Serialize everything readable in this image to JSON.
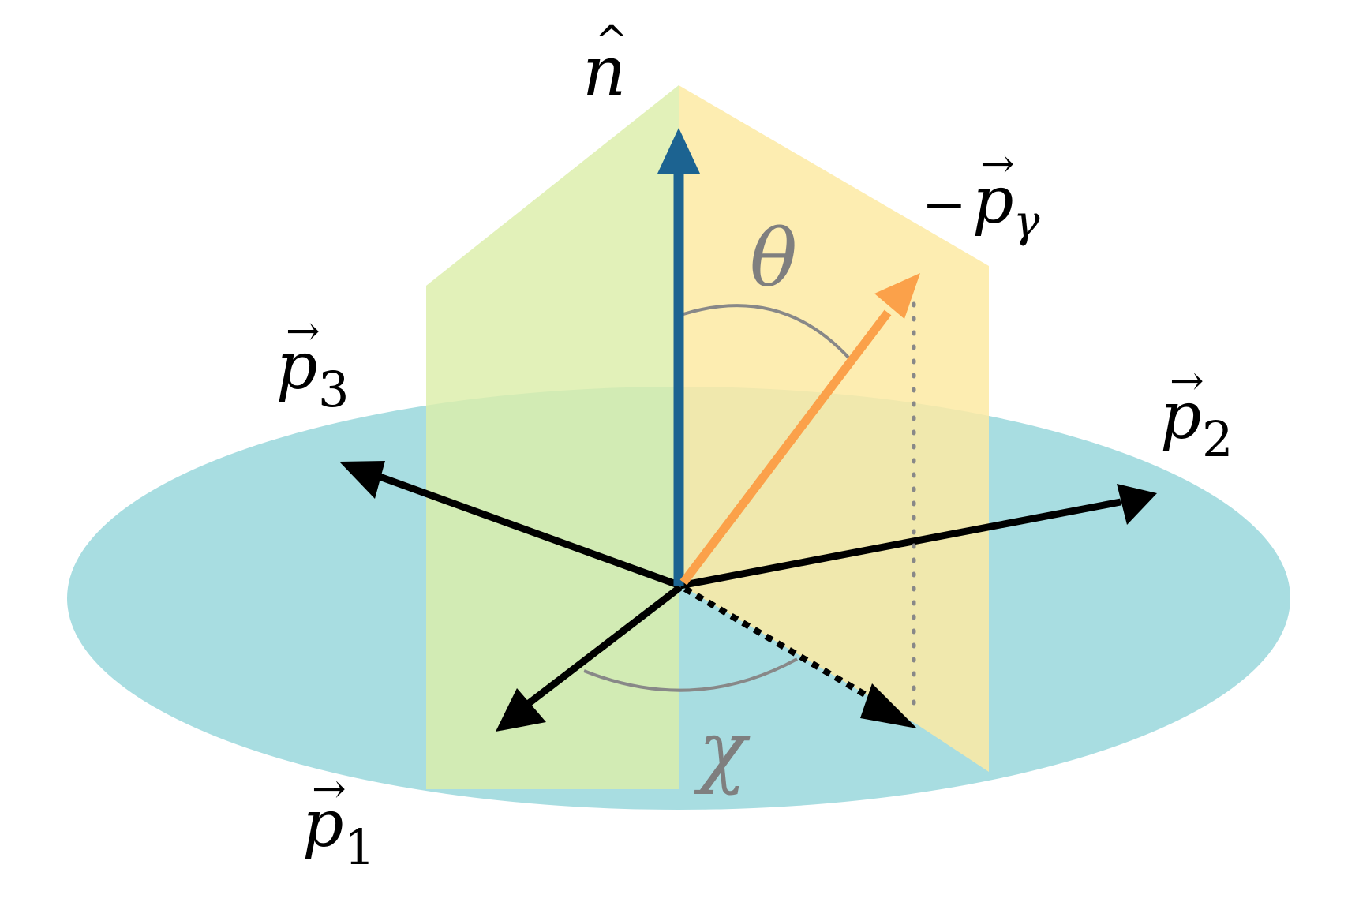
{
  "diagram": {
    "labels": {
      "normal": {
        "symbol": "n",
        "accent": "^"
      },
      "photon": {
        "sign": "−",
        "symbol": "p",
        "subscript": "γ",
        "accent": "→"
      },
      "p1": {
        "symbol": "p",
        "subscript": "1",
        "accent": "→"
      },
      "p2": {
        "symbol": "p",
        "subscript": "2",
        "accent": "→"
      },
      "p3": {
        "symbol": "p",
        "subscript": "3",
        "accent": "→"
      },
      "theta": "θ",
      "chi": "χ"
    },
    "colors": {
      "disk": "#a8dde1",
      "plane_left": "#dceea9",
      "plane_right": "#fdeaa3",
      "normal_arrow": "#1c6391",
      "photon_arrow": "#fba14a",
      "momentum_arrow": "#000000",
      "angle_arc": "#888888",
      "angle_label": "#7f7f7f"
    }
  }
}
